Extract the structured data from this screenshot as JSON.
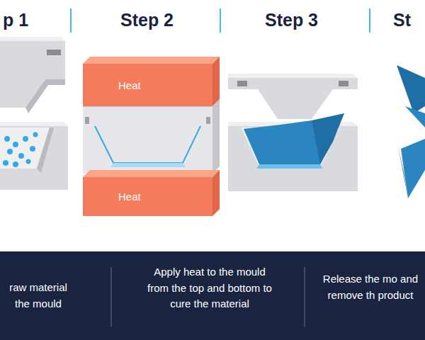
{
  "diagram": {
    "nodes": [
      {
        "text": [
          "Heat"
        ]
      },
      {
        "text": [
          "Heat"
        ]
      },
      {
        "text": [
          "raw material the mould",
          "Apply heat to the mould from the top and bottom to cure the material",
          "Release the mo and remove th product"
        ]
      }
    ],
    "labels": [
      "p 1",
      "Step 2",
      "Step 3",
      "St"
    ]
  }
}
